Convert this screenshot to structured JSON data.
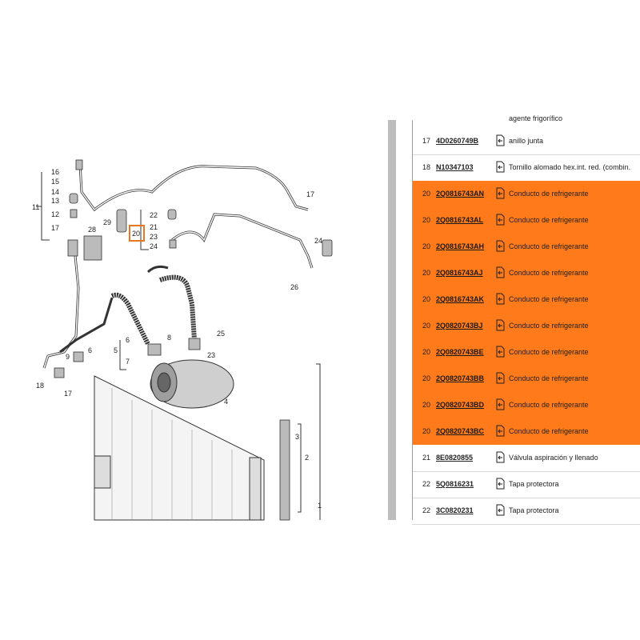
{
  "diagram": {
    "callouts": [
      "16",
      "15",
      "14",
      "13",
      "12",
      "17",
      "11",
      "29",
      "28",
      "20",
      "22",
      "21",
      "23",
      "24",
      "17",
      "24",
      "26",
      "25",
      "6",
      "5",
      "8",
      "7",
      "23",
      "9",
      "6",
      "18",
      "17",
      "4",
      "3",
      "2",
      "1"
    ]
  },
  "parts_table": {
    "partial_top": "agente frigorífico",
    "rows": [
      {
        "pos": "17",
        "part": "4D0260749B",
        "desc": "anillo junta",
        "highlight": false
      },
      {
        "pos": "18",
        "part": "N10347103",
        "desc": "Tornillo alomado hex.int. red. (combin.",
        "highlight": false
      },
      {
        "pos": "20",
        "part": "2Q0816743AN",
        "desc": "Conducto de refrigerante",
        "highlight": true
      },
      {
        "pos": "20",
        "part": "2Q0816743AL",
        "desc": "Conducto de refrigerante",
        "highlight": true
      },
      {
        "pos": "20",
        "part": "2Q0816743AH",
        "desc": "Conducto de refrigerante",
        "highlight": true
      },
      {
        "pos": "20",
        "part": "2Q0816743AJ",
        "desc": "Conducto de refrigerante",
        "highlight": true
      },
      {
        "pos": "20",
        "part": "2Q0816743AK",
        "desc": "Conducto de refrigerante",
        "highlight": true
      },
      {
        "pos": "20",
        "part": "2Q0820743BJ",
        "desc": "Conducto de refrigerante",
        "highlight": true
      },
      {
        "pos": "20",
        "part": "2Q0820743BE",
        "desc": "Conducto de refrigerante",
        "highlight": true
      },
      {
        "pos": "20",
        "part": "2Q0820743BB",
        "desc": "Conducto de refrigerante",
        "highlight": true
      },
      {
        "pos": "20",
        "part": "2Q0820743BD",
        "desc": "Conducto de refrigerante",
        "highlight": true
      },
      {
        "pos": "20",
        "part": "2Q0820743BC",
        "desc": "Conducto de refrigerante",
        "highlight": true
      },
      {
        "pos": "21",
        "part": "8E0820855",
        "desc": "Válvula aspiración y llenado",
        "highlight": false
      },
      {
        "pos": "22",
        "part": "5Q0816231",
        "desc": "Tapa protectora",
        "highlight": false
      },
      {
        "pos": "22",
        "part": "3C0820231",
        "desc": "Tapa protectora",
        "highlight": false
      }
    ]
  },
  "colors": {
    "highlight": "#ff7a1a",
    "selection_box": "#e87722"
  },
  "icons": {
    "row_icon": "cart-arrow-icon"
  }
}
